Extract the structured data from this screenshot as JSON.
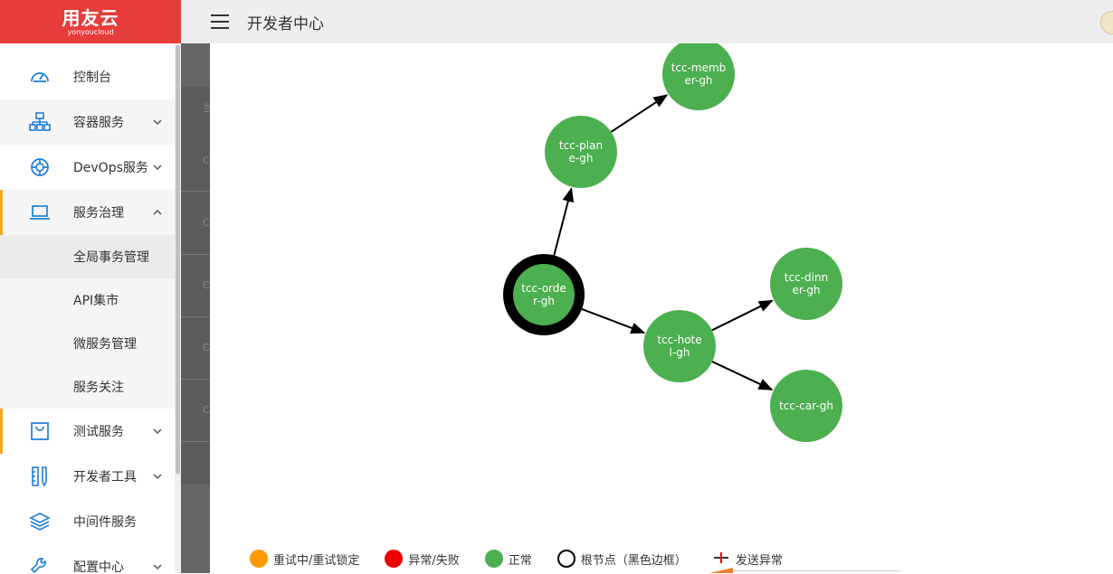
{
  "logo": {
    "main": "用友云",
    "sub": "yonyoucloud"
  },
  "header": {
    "title": "开发者中心"
  },
  "sidebar": {
    "items": [
      {
        "label": "控制台",
        "icon": "dashboard-icon"
      },
      {
        "label": "容器服务",
        "icon": "sitemap-icon"
      },
      {
        "label": "DevOps服务",
        "icon": "lifebuoy-icon"
      },
      {
        "label": "服务治理",
        "icon": "laptop-icon"
      },
      {
        "label": "测试服务",
        "icon": "bag-icon"
      },
      {
        "label": "开发者工具",
        "icon": "tools-icon"
      },
      {
        "label": "中间件服务",
        "icon": "layers-icon"
      },
      {
        "label": "配置中心",
        "icon": "wrench-icon"
      }
    ],
    "submenu": [
      "全局事务管理",
      "API集市",
      "微服务管理",
      "服务关注"
    ]
  },
  "overlay": {
    "chars": [
      "当",
      "C",
      "C",
      "C",
      "C",
      "C"
    ]
  },
  "graph": {
    "nodes": [
      {
        "id": "order",
        "line1": "tcc-orde",
        "line2": "r-gh",
        "root": true,
        "status": "normal"
      },
      {
        "id": "plane",
        "line1": "tcc-plan",
        "line2": "e-gh",
        "root": false,
        "status": "normal"
      },
      {
        "id": "member",
        "line1": "tcc-memb",
        "line2": "er-gh",
        "root": false,
        "status": "normal"
      },
      {
        "id": "hotel",
        "line1": "tcc-hote",
        "line2": "l-gh",
        "root": false,
        "status": "normal"
      },
      {
        "id": "dinner",
        "line1": "tcc-dinn",
        "line2": "er-gh",
        "root": false,
        "status": "normal"
      },
      {
        "id": "car",
        "line1": "tcc-car-gh",
        "line2": "",
        "root": false,
        "status": "normal"
      }
    ],
    "edges": [
      {
        "from": "order",
        "to": "plane"
      },
      {
        "from": "plane",
        "to": "member"
      },
      {
        "from": "order",
        "to": "hotel"
      },
      {
        "from": "hotel",
        "to": "dinner"
      },
      {
        "from": "hotel",
        "to": "car"
      }
    ]
  },
  "legend": [
    {
      "label": "重试中/重试锁定",
      "kind": "dot",
      "color": "#ff9900"
    },
    {
      "label": "异常/失败",
      "kind": "dot",
      "color": "#ee0000"
    },
    {
      "label": "正常",
      "kind": "dot",
      "color": "#4caf50"
    },
    {
      "label": "根节点（黑色边框）",
      "kind": "ring",
      "color": "#000000"
    },
    {
      "label": "发送异常",
      "kind": "cross",
      "color": "#ee0000"
    }
  ],
  "colors": {
    "brand": "#e63c3c",
    "accent": "#f5a623",
    "node": "#4caf50"
  }
}
